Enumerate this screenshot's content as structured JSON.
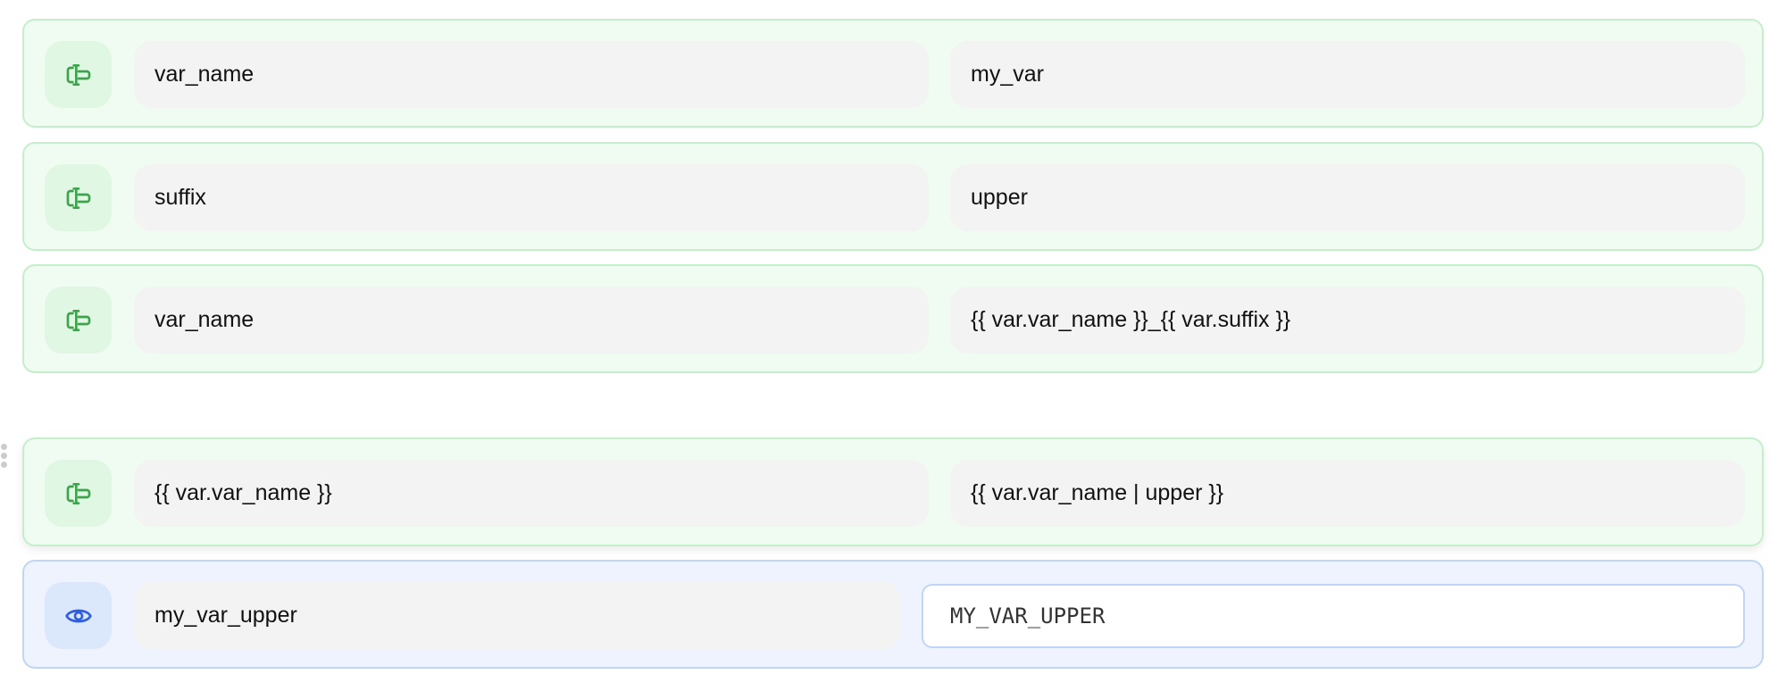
{
  "colors": {
    "set_icon": "#3fa34d",
    "view_icon": "#2f5fe0"
  },
  "rows": [
    {
      "type": "set",
      "icon": "text-cursor-icon",
      "key": "var_name",
      "value": "my_var"
    },
    {
      "type": "set",
      "icon": "text-cursor-icon",
      "key": "suffix",
      "value": "upper"
    },
    {
      "type": "set",
      "icon": "text-cursor-icon",
      "key": "var_name",
      "value": "{{ var.var_name }}_{{ var.suffix }}"
    },
    {
      "type": "set",
      "icon": "text-cursor-icon",
      "key": "{{ var.var_name }}",
      "value": "{{ var.var_name | upper }}"
    }
  ],
  "output_row": {
    "icon": "eye-icon",
    "key": "my_var_upper",
    "value": "MY_VAR_UPPER"
  }
}
